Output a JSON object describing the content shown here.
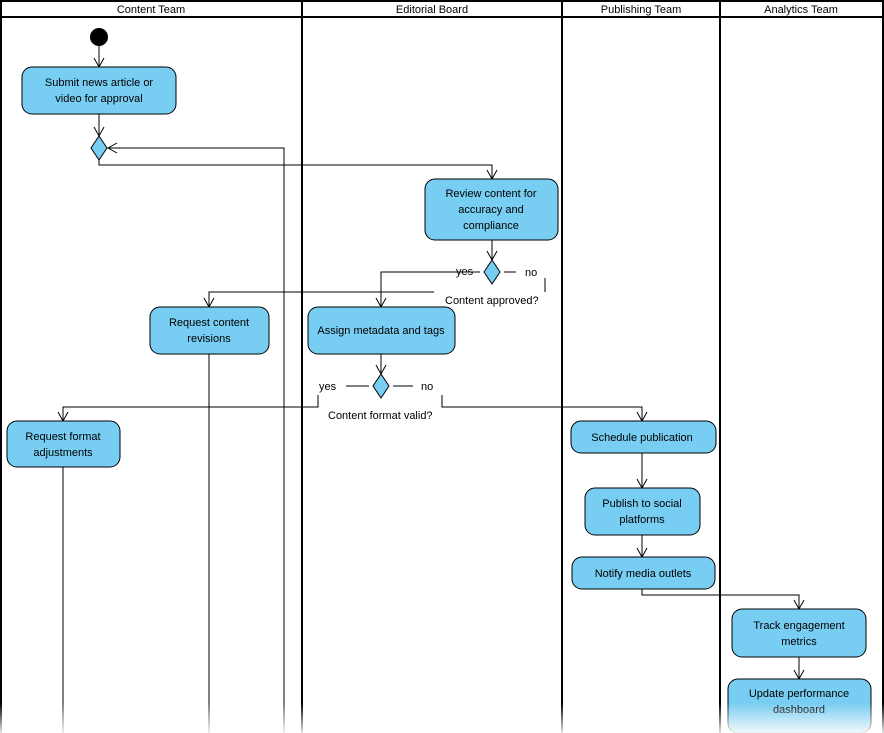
{
  "lanes": [
    {
      "name": "Content Team"
    },
    {
      "name": "Editorial Board"
    },
    {
      "name": "Publishing Team"
    },
    {
      "name": "Analytics Team"
    }
  ],
  "actions": {
    "submit": [
      "Submit news article or",
      "video for approval"
    ],
    "review": [
      "Review content for",
      "accuracy and",
      "compliance"
    ],
    "request_revisions": [
      "Request content",
      "revisions"
    ],
    "assign_metadata": [
      "Assign metadata and tags"
    ],
    "request_format": [
      "Request format",
      "adjustments"
    ],
    "schedule": [
      "Schedule publication"
    ],
    "publish_social": [
      "Publish to social",
      "platforms"
    ],
    "notify": [
      "Notify media outlets"
    ],
    "track": [
      "Track engagement",
      "metrics"
    ],
    "update_dashboard": [
      "Update performance",
      "dashboard"
    ]
  },
  "decisions": {
    "content_approved": {
      "question": "Content approved?",
      "yes_label": "yes",
      "no_label": "no"
    },
    "format_valid": {
      "question": "Content format valid?",
      "yes_label": "yes",
      "no_label": "no"
    }
  },
  "colors": {
    "action_fill": "#78cdf2",
    "stroke": "#000000",
    "background": "#ffffff"
  }
}
